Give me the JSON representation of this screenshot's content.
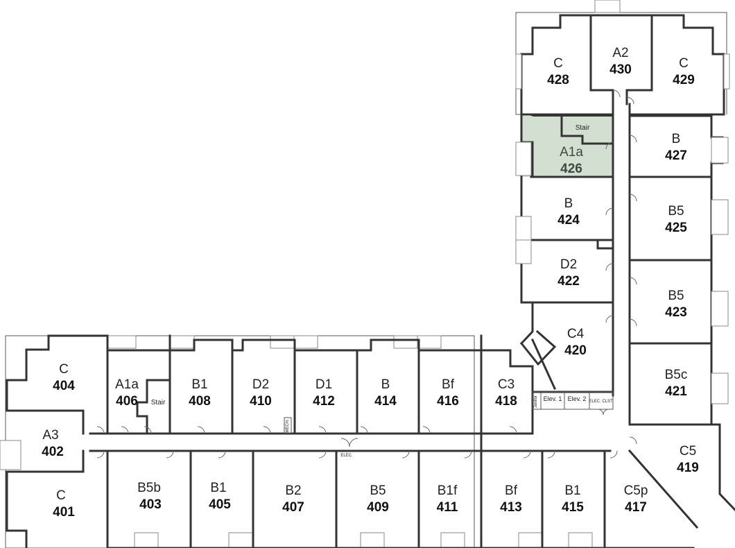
{
  "floorplan": {
    "highlighted_unit": "426",
    "highlight_color": "#d3dfd1",
    "rooms": [
      {
        "id": "r428",
        "type": "C",
        "number": "428"
      },
      {
        "id": "r430",
        "type": "A2",
        "number": "430"
      },
      {
        "id": "r429",
        "type": "C",
        "number": "429"
      },
      {
        "id": "r426",
        "type": "A1a",
        "number": "426"
      },
      {
        "id": "r427",
        "type": "B",
        "number": "427"
      },
      {
        "id": "r424",
        "type": "B",
        "number": "424"
      },
      {
        "id": "r425",
        "type": "B5",
        "number": "425"
      },
      {
        "id": "r422",
        "type": "D2",
        "number": "422"
      },
      {
        "id": "r423",
        "type": "B5",
        "number": "423"
      },
      {
        "id": "r420",
        "type": "C4",
        "number": "420"
      },
      {
        "id": "r421",
        "type": "B5c",
        "number": "421"
      },
      {
        "id": "r419",
        "type": "C5",
        "number": "419"
      },
      {
        "id": "r404",
        "type": "C",
        "number": "404"
      },
      {
        "id": "r406",
        "type": "A1a",
        "number": "406"
      },
      {
        "id": "r408",
        "type": "B1",
        "number": "408"
      },
      {
        "id": "r410",
        "type": "D2",
        "number": "410"
      },
      {
        "id": "r412",
        "type": "D1",
        "number": "412"
      },
      {
        "id": "r414",
        "type": "B",
        "number": "414"
      },
      {
        "id": "r416",
        "type": "Bf",
        "number": "416"
      },
      {
        "id": "r418",
        "type": "C3",
        "number": "418"
      },
      {
        "id": "r402",
        "type": "A3",
        "number": "402"
      },
      {
        "id": "r401",
        "type": "C",
        "number": "401"
      },
      {
        "id": "r403",
        "type": "B5b",
        "number": "403"
      },
      {
        "id": "r405",
        "type": "B1",
        "number": "405"
      },
      {
        "id": "r407",
        "type": "B2",
        "number": "407"
      },
      {
        "id": "r409",
        "type": "B5",
        "number": "409"
      },
      {
        "id": "r411",
        "type": "B1f",
        "number": "411"
      },
      {
        "id": "r413",
        "type": "Bf",
        "number": "413"
      },
      {
        "id": "r415",
        "type": "B1",
        "number": "415"
      },
      {
        "id": "r417",
        "type": "C5p",
        "number": "417"
      }
    ],
    "labels": {
      "stair_top": "Stair",
      "stair_left": "Stair",
      "elev1": "Elev. 1",
      "elev2": "Elev. 2",
      "elec_clst": "ELEC. CLST.",
      "janitor": "Janitor",
      "mech": "MECH.",
      "elec": "ELEC."
    }
  }
}
